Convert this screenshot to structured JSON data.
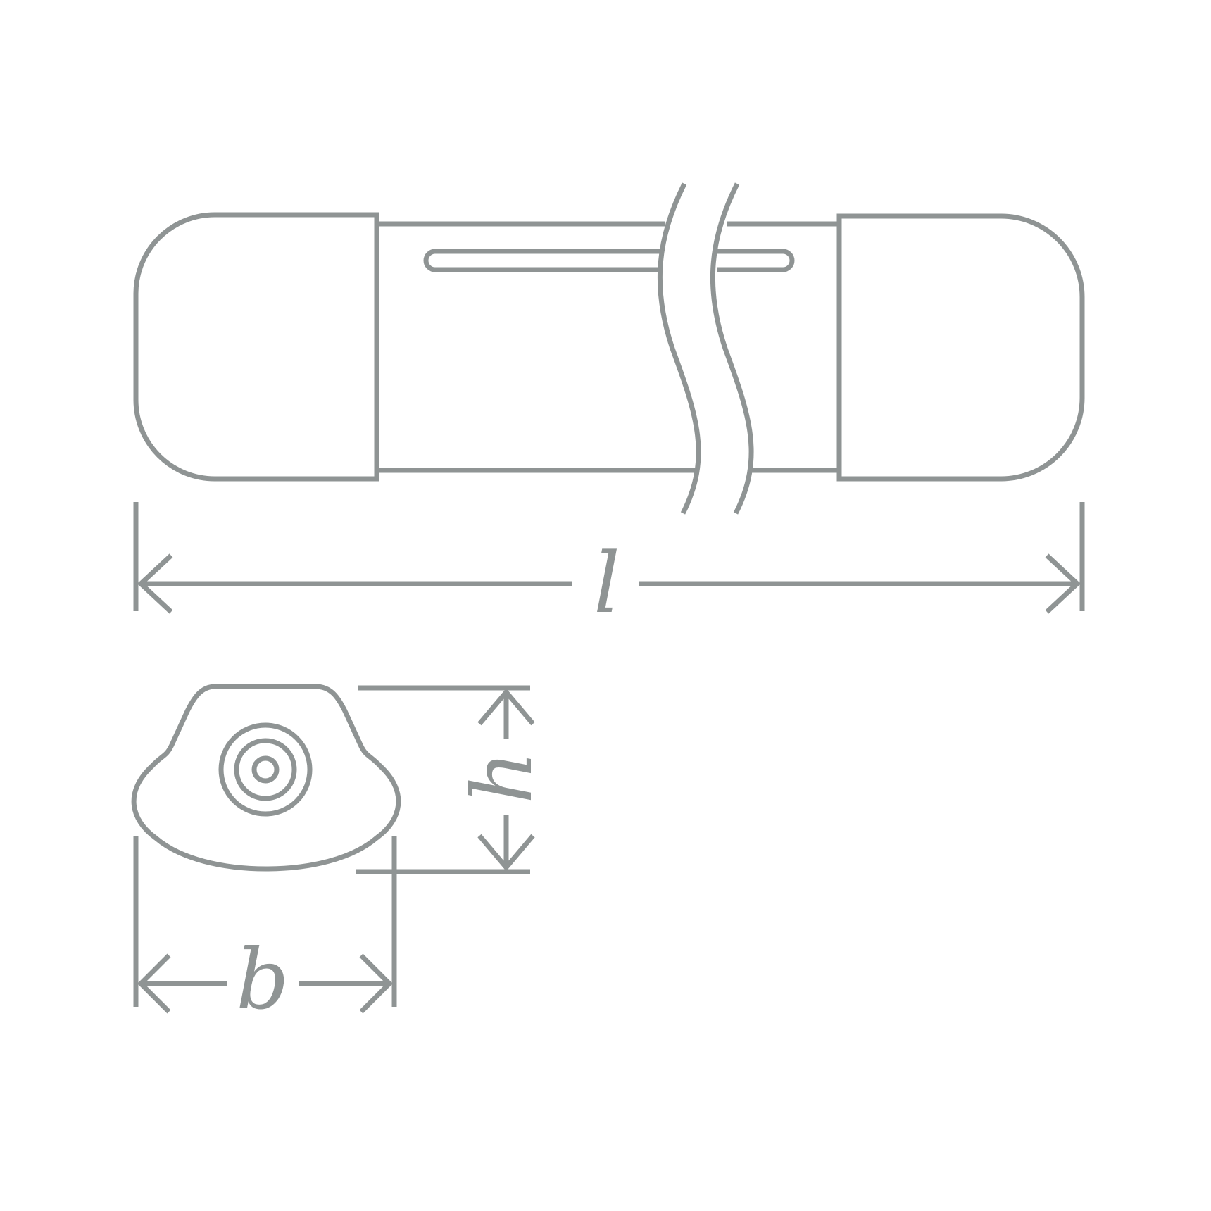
{
  "colors": {
    "line": "#8f9494",
    "background": "#ffffff"
  },
  "labels": {
    "length": "l",
    "height": "h",
    "width": "b"
  }
}
